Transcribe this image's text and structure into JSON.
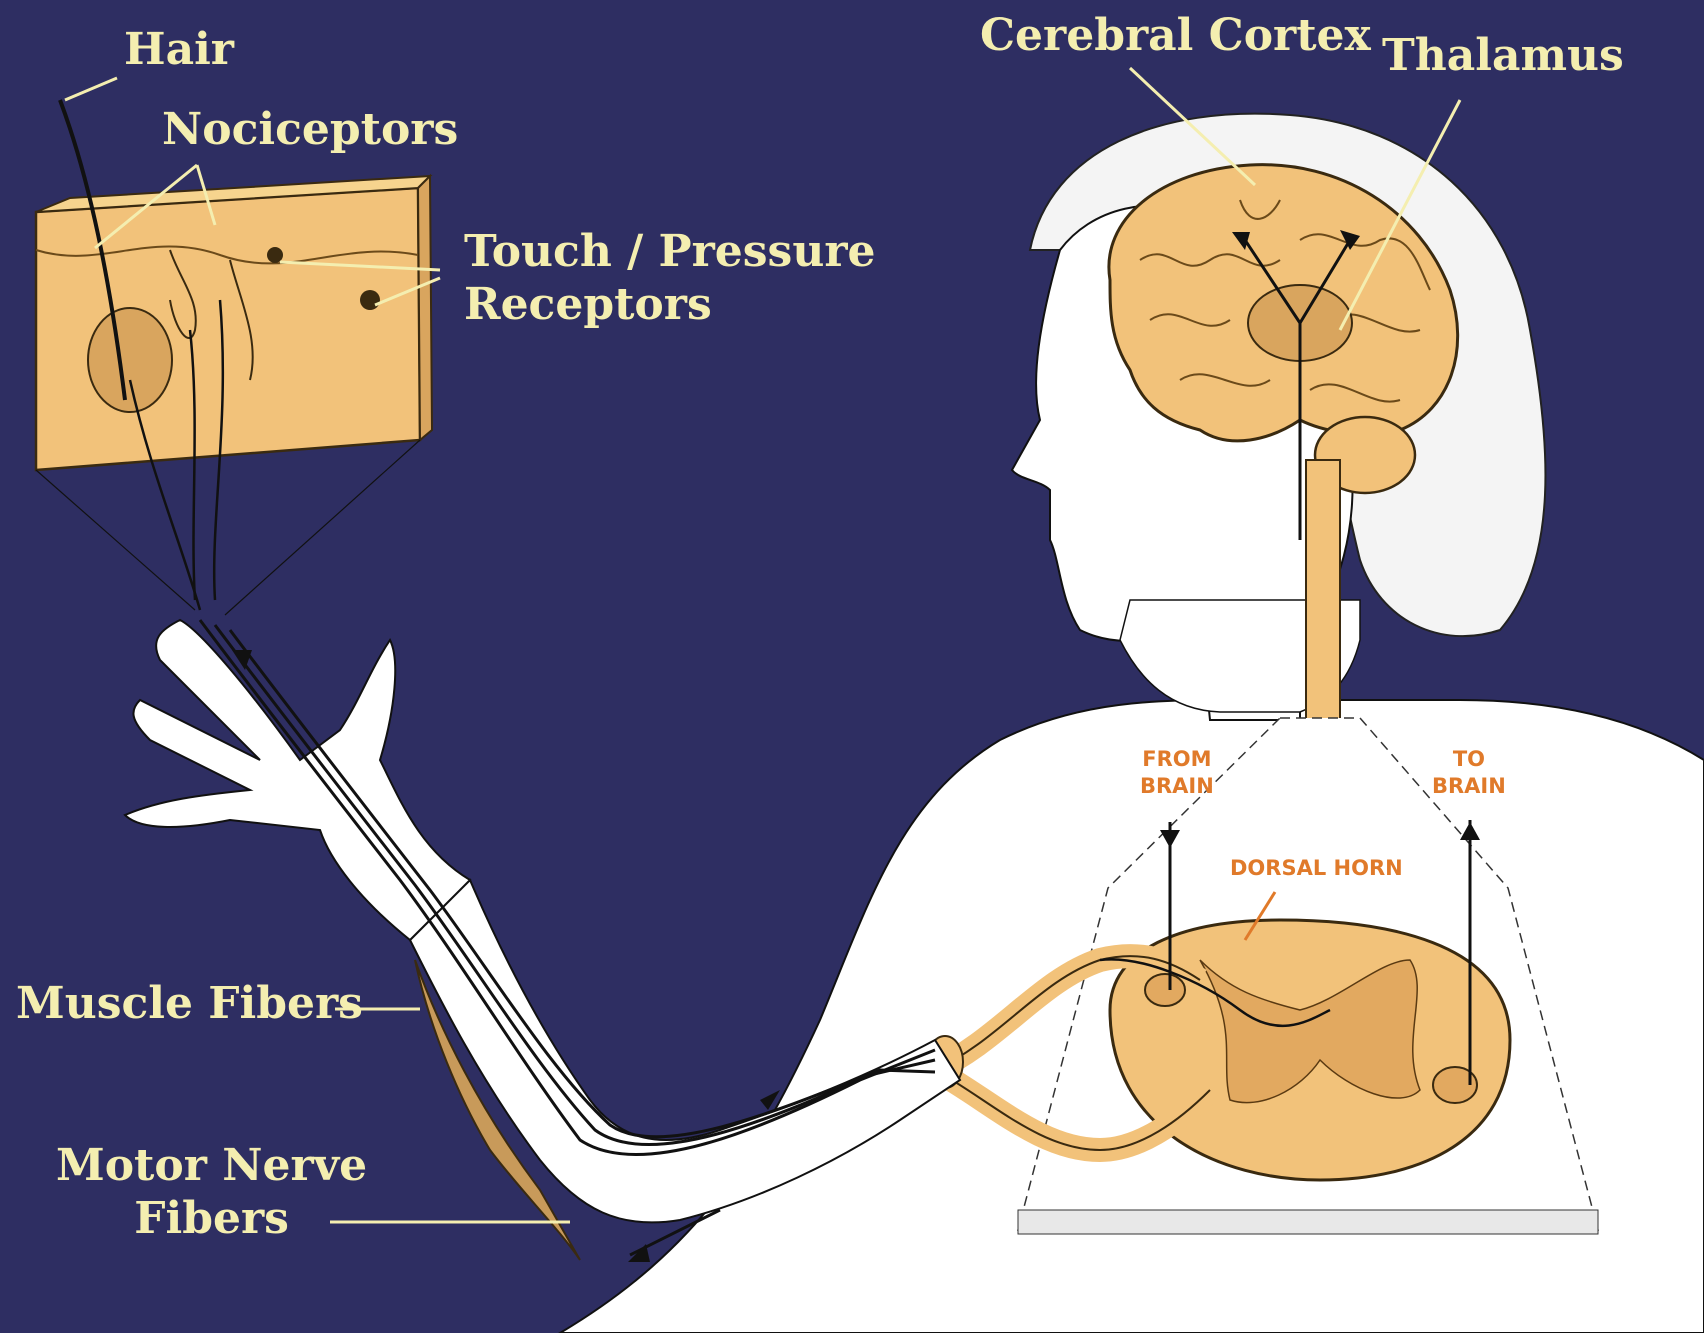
{
  "labels": {
    "hair": "Hair",
    "nociceptors": "Nociceptors",
    "touch_pressure": [
      "Touch / Pressure",
      "Receptors"
    ],
    "cerebral_cortex": "Cerebral Cortex",
    "thalamus": "Thalamus",
    "muscle_fibers": "Muscle Fibers",
    "motor_nerve_fibers": [
      "Motor Nerve",
      "Fibers"
    ]
  },
  "spinal_tags": {
    "from_brain": [
      "FROM",
      "BRAIN"
    ],
    "to_brain": [
      "TO",
      "BRAIN"
    ],
    "dorsal_horn": "DORSAL HORN"
  },
  "colors": {
    "background": "#2e2e62",
    "label_text": "#f4eeb0",
    "tissue": "#f2c27a",
    "tag_text": "#e07a2a",
    "line": "#111111"
  }
}
